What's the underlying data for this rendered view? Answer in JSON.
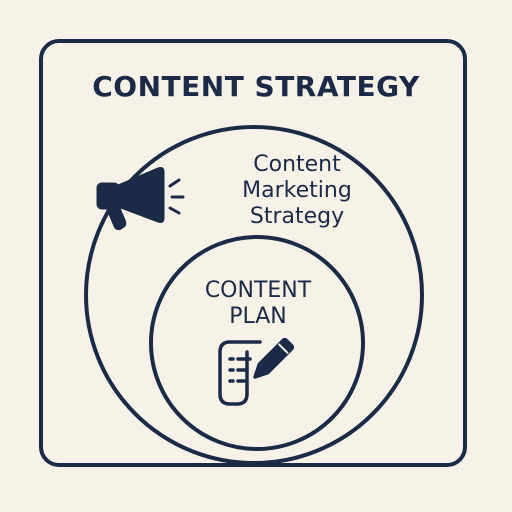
{
  "title": "CONTENT STRATEGY",
  "outer_circle": {
    "label_lines": [
      "Content",
      "Marketing",
      "Strategy"
    ],
    "icon": "megaphone-icon"
  },
  "inner_circle": {
    "label_lines": [
      "CONTENT",
      "PLAN"
    ],
    "icon": "document-pencil-icon"
  },
  "colors": {
    "background": "#f6f2e8",
    "ink": "#1b2a47"
  }
}
